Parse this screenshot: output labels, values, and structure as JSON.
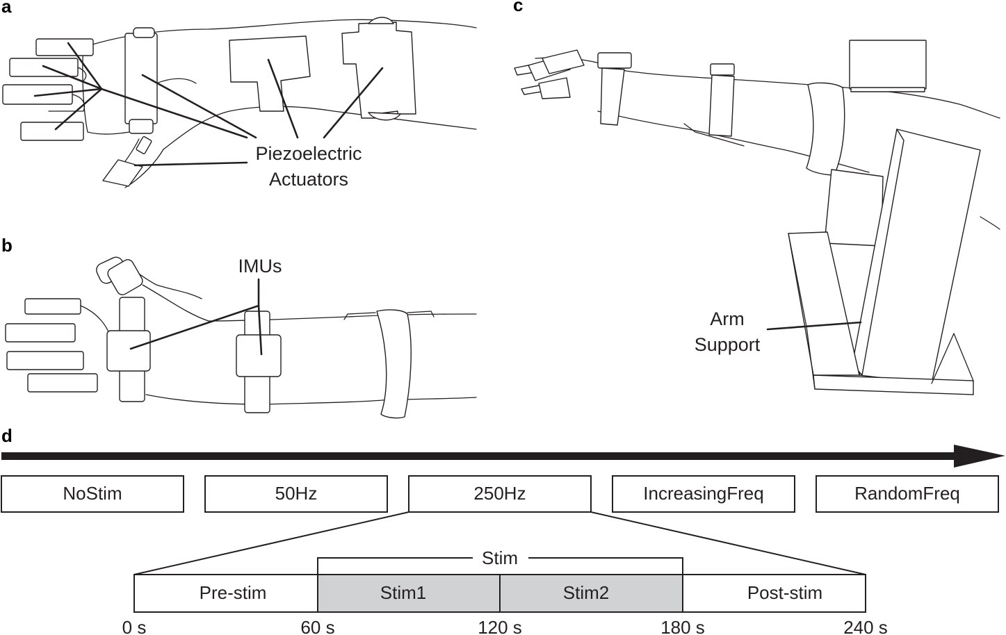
{
  "panels": {
    "a": {
      "letter": "a",
      "label_line1": "Piezoelectric",
      "label_line2": "Actuators"
    },
    "b": {
      "letter": "b",
      "label": "IMUs"
    },
    "c": {
      "letter": "c",
      "label_line1": "Arm",
      "label_line2": "Support"
    },
    "d": {
      "letter": "d",
      "conditions": [
        "NoStim",
        "50Hz",
        "250Hz",
        "IncreasingFreq",
        "RandomFreq"
      ],
      "expanded_condition": "250Hz",
      "stim_bracket_label": "Stim",
      "segments": [
        {
          "label": "Pre-stim",
          "shaded": false
        },
        {
          "label": "Stim1",
          "shaded": true
        },
        {
          "label": "Stim2",
          "shaded": true
        },
        {
          "label": "Post-stim",
          "shaded": false
        }
      ],
      "time_ticks": [
        "0 s",
        "60 s",
        "120 s",
        "180 s",
        "240 s"
      ],
      "colors": {
        "ink": "#231f20",
        "stim_fill": "#d1d2d4",
        "background": "#ffffff"
      }
    }
  }
}
